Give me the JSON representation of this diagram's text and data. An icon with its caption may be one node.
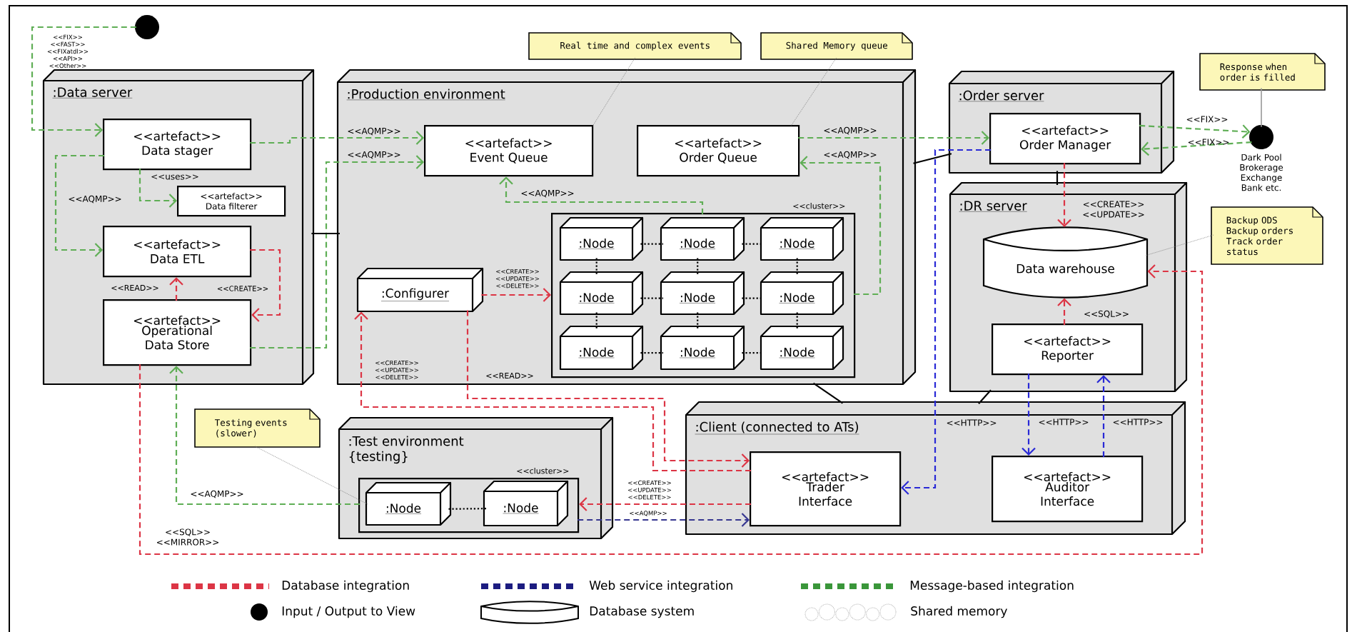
{
  "diagram": {
    "nodes": [
      {
        "text": [],
        "shape": "circle"
      },
      {
        "text": [
          "Real time and complex events"
        ]
      },
      {
        "text": [
          "Shared Memory queue"
        ]
      },
      {
        "text": [
          "Response when order is filled"
        ]
      },
      {
        "text": [
          ":Data server"
        ]
      },
      {
        "text": [
          "<<artefact>>",
          "Data stager"
        ],
        "in": 4
      },
      {
        "text": [
          "<<artefact>>",
          "Data filterer"
        ],
        "in": 4
      },
      {
        "text": [
          "<<artefact>>",
          "Data ETL"
        ],
        "in": 4
      },
      {
        "text": [
          "<<artefact>>",
          "Operational Data Store"
        ],
        "in": 4
      },
      {
        "text": [
          ":Production environment"
        ]
      },
      {
        "text": [
          "<<artefact>>",
          "Event Queue"
        ],
        "in": 9
      },
      {
        "text": [
          "<<artefact>>",
          "Order Queue"
        ],
        "in": 9
      },
      {
        "text": [
          ":Configurer"
        ],
        "in": 9
      },
      {
        "text": [
          "<<cluster>>"
        ],
        "in": 9
      },
      {
        "text": [
          ":Node"
        ],
        "in": 13
      },
      {
        "text": [
          ":Node"
        ],
        "in": 13
      },
      {
        "text": [
          ":Node"
        ],
        "in": 13
      },
      {
        "text": [
          ":Node"
        ],
        "in": 13
      },
      {
        "text": [
          ":Node"
        ],
        "in": 13
      },
      {
        "text": [
          ":Node"
        ],
        "in": 13
      },
      {
        "text": [
          ":Node"
        ],
        "in": 13
      },
      {
        "text": [
          ":Node"
        ],
        "in": 13
      },
      {
        "text": [
          ":Node"
        ],
        "in": 13
      },
      {
        "text": [
          ":Order server"
        ]
      },
      {
        "text": [
          "<<artefact>>",
          "Order Manager"
        ],
        "in": 23
      },
      {
        "text": [],
        "shape": "circle",
        "beside": [
          "Dark Pool Brokerage Exchange Bank etc."
        ]
      },
      {
        "text": [
          ":DR server"
        ]
      },
      {
        "text": [
          "Data warehouse"
        ],
        "in": 26
      },
      {
        "text": [
          "Backup ODS Backup orders Track order status"
        ]
      },
      {
        "text": [
          "<<artefact>>",
          "Reporter"
        ],
        "in": 26
      },
      {
        "text": [
          "Testing events (slower)"
        ]
      },
      {
        "text": [
          ":Test environment {testing}"
        ]
      },
      {
        "text": [
          "<<cluster>>"
        ],
        "in": 31
      },
      {
        "text": [
          ":Node"
        ],
        "in": 32
      },
      {
        "text": [
          ":Node"
        ],
        "in": 32
      },
      {
        "text": [
          ":Client (connected to ATs)"
        ]
      },
      {
        "text": [
          "<<artefact>>",
          "Trader Interface"
        ],
        "in": 35
      },
      {
        "text": [
          "<<artefact>>",
          "Auditor Interface"
        ],
        "in": 35
      }
    ],
    "edges": [
      {
        "from": 0,
        "to": 5,
        "arrow": "to",
        "label": "<<FIX>> <<FAST>> <<FIXatdl>> <<API>> <<Other>>",
        "style": "dashed",
        "color": "#5fae55"
      },
      {
        "from": 5,
        "to": 10,
        "arrow": "to",
        "label": "<<AQMP>>",
        "style": "dashed",
        "color": "#5fae55"
      },
      {
        "from": 5,
        "to": 7,
        "arrow": "to",
        "label": "<<AQMP>>",
        "style": "dashed",
        "color": "#5fae55"
      },
      {
        "from": 5,
        "to": 6,
        "arrow": "to",
        "label": "<<uses>>",
        "style": "dashed",
        "color": "#5fae55"
      },
      {
        "from": 8,
        "to": 10,
        "arrow": "to",
        "label": "<<AQMP>>",
        "style": "dashed",
        "color": "#5fae55"
      },
      {
        "from": 13,
        "to": 10,
        "arrow": "to",
        "label": "<<AQMP>>",
        "style": "dashed",
        "color": "#5fae55"
      },
      {
        "from": 13,
        "to": 11,
        "arrow": "to",
        "label": "<<AQMP>>",
        "style": "dashed",
        "color": "#5fae55"
      },
      {
        "from": 11,
        "to": 24,
        "arrow": "to",
        "label": "<<AQMP>>",
        "style": "dashed",
        "color": "#5fae55"
      },
      {
        "from": 24,
        "to": 25,
        "arrow": "to",
        "label": "<<FIX>>",
        "style": "dashed",
        "color": "#5fae55"
      },
      {
        "from": 25,
        "to": 24,
        "arrow": "to",
        "label": "<<FIX>>",
        "style": "dashed",
        "color": "#5fae55"
      },
      {
        "from": 8,
        "to": 7,
        "arrow": "to",
        "label": "<<READ>>",
        "style": "dashed",
        "color": "#dc3545"
      },
      {
        "from": 7,
        "to": 8,
        "arrow": "to",
        "label": "<<CREATE>>",
        "style": "dashed",
        "color": "#dc3545"
      },
      {
        "from": 12,
        "to": 13,
        "arrow": "to",
        "label": "<<CREATE>> <<UPDATE>> <<DELETE>>",
        "style": "dashed",
        "color": "#dc3545"
      },
      {
        "from": 36,
        "to": 12,
        "arrow": "to",
        "label": "<<CREATE>> <<UPDATE>> <<DELETE>>",
        "style": "dashed",
        "color": "#dc3545"
      },
      {
        "from": 12,
        "to": 36,
        "arrow": "to",
        "label": "<<READ>>",
        "style": "dashed",
        "color": "#dc3545"
      },
      {
        "from": 36,
        "to": 32,
        "arrow": "to",
        "label": "<<CREATE>> <<UPDATE>> <<DELETE>>",
        "style": "dashed",
        "color": "#dc3545"
      },
      {
        "from": 8,
        "to": 27,
        "arrow": "to",
        "label": "<<SQL>> <<MIRROR>>",
        "style": "dashed",
        "color": "#dc3545"
      },
      {
        "from": 24,
        "to": 27,
        "arrow": "to",
        "label": "<<CREATE>> <<UPDATE>>",
        "style": "dashed",
        "color": "#dc3545"
      },
      {
        "from": 29,
        "to": 27,
        "arrow": "to",
        "label": "<<SQL>>",
        "style": "dashed",
        "color": "#dc3545"
      },
      {
        "from": 24,
        "to": 36,
        "arrow": "to",
        "label": "<<HTTP>>",
        "style": "dashed",
        "color": "#2929d6"
      },
      {
        "from": 29,
        "to": 37,
        "arrow": "to",
        "label": "<<HTTP>>",
        "style": "dashed",
        "color": "#2929d6"
      },
      {
        "from": 37,
        "to": 29,
        "arrow": "to",
        "label": "<<HTTP>>",
        "style": "dashed",
        "color": "#2929d6"
      },
      {
        "from": 32,
        "to": 36,
        "arrow": "to",
        "label": "<<AQMP>>",
        "style": "dashed",
        "color": "#363690"
      },
      {
        "from": 32,
        "to": 8,
        "arrow": "to",
        "label": "<<AQMP>>",
        "style": "dashed",
        "color": "#5fae55"
      },
      {
        "from": 4,
        "to": 9,
        "arrow": "none"
      },
      {
        "from": 9,
        "to": 23,
        "arrow": "none"
      },
      {
        "from": 23,
        "to": 26,
        "arrow": "none"
      },
      {
        "from": 9,
        "to": 35,
        "arrow": "none"
      },
      {
        "from": 26,
        "to": 35,
        "arrow": "none"
      },
      {
        "from": 14,
        "to": 15,
        "arrow": "none",
        "style": "dashed"
      },
      {
        "from": 15,
        "to": 16,
        "arrow": "none",
        "style": "dashed"
      },
      {
        "from": 17,
        "to": 18,
        "arrow": "none",
        "style": "dashed"
      },
      {
        "from": 18,
        "to": 19,
        "arrow": "none",
        "style": "dashed"
      },
      {
        "from": 20,
        "to": 21,
        "arrow": "none",
        "style": "dashed"
      },
      {
        "from": 21,
        "to": 22,
        "arrow": "none",
        "style": "dashed"
      },
      {
        "from": 14,
        "to": 17,
        "arrow": "none",
        "style": "dashed"
      },
      {
        "from": 17,
        "to": 20,
        "arrow": "none",
        "style": "dashed"
      },
      {
        "from": 15,
        "to": 18,
        "arrow": "none",
        "style": "dashed"
      },
      {
        "from": 18,
        "to": 21,
        "arrow": "none",
        "style": "dashed"
      },
      {
        "from": 16,
        "to": 19,
        "arrow": "none",
        "style": "dashed"
      },
      {
        "from": 19,
        "to": 22,
        "arrow": "none",
        "style": "dashed"
      },
      {
        "from": 33,
        "to": 34,
        "arrow": "none",
        "style": "dashed"
      },
      {
        "from": 1,
        "to": 10,
        "arrow": "none",
        "style": "dashed",
        "color": "#777777"
      },
      {
        "from": 2,
        "to": 11,
        "arrow": "none",
        "style": "dashed",
        "color": "#777777"
      },
      {
        "from": 3,
        "to": 25,
        "arrow": "none",
        "color": "#999999"
      },
      {
        "from": 28,
        "to": 27,
        "arrow": "none",
        "style": "dashed",
        "color": "#777777"
      },
      {
        "from": 30,
        "to": 33,
        "arrow": "none",
        "style": "dashed",
        "color": "#777777"
      }
    ],
    "legend": [
      {
        "text": "Database integration",
        "color": "#dc3545"
      },
      {
        "text": "Web service integration",
        "color": "#1c1c80"
      },
      {
        "text": "Message-based integration",
        "color": "#3a963a"
      },
      {
        "text": "Input / Output to View"
      },
      {
        "text": "Database system"
      },
      {
        "text": "Shared memory"
      }
    ]
  }
}
